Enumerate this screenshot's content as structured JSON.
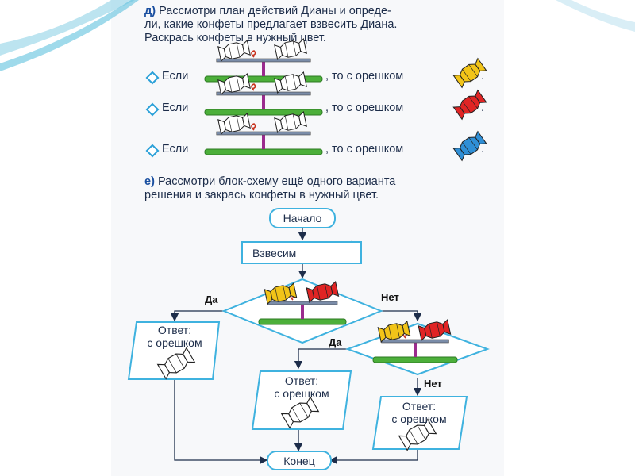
{
  "task_d": {
    "letter": "д)",
    "line1": "Рассмотри план действий Дианы и опреде-",
    "line2": "ли, какие конфеты предлагает взвесить Диана.",
    "line3": "Раскрась конфеты в нужный цвет."
  },
  "rules": [
    {
      "if": "Если",
      "then": ", то с орешком",
      "end": ".",
      "candy_color": "#f2c418"
    },
    {
      "if": "Если",
      "then": ", то с орешком",
      "end": ".",
      "candy_color": "#e02424"
    },
    {
      "if": "Если",
      "then": ", то с орешком",
      "end": ".",
      "candy_color": "#2f8fd6"
    }
  ],
  "task_e": {
    "letter": "е)",
    "line1": "Рассмотри блок-схему ещё одного варианта",
    "line2": "решения и закрась конфеты в нужный цвет."
  },
  "flowchart": {
    "start": "Начало",
    "weigh": "Взвесим",
    "yes1": "Да",
    "no1": "Нет",
    "yes2": "Да",
    "no2": "Нет",
    "answer_line1": "Ответ:",
    "answer_line2": "с орешком",
    "end": "Конец"
  },
  "colors": {
    "accent": "#3fb2df",
    "scale_base": "#4caf3a",
    "yellow": "#f2c418",
    "red": "#e02424",
    "blue": "#2f8fd6"
  }
}
